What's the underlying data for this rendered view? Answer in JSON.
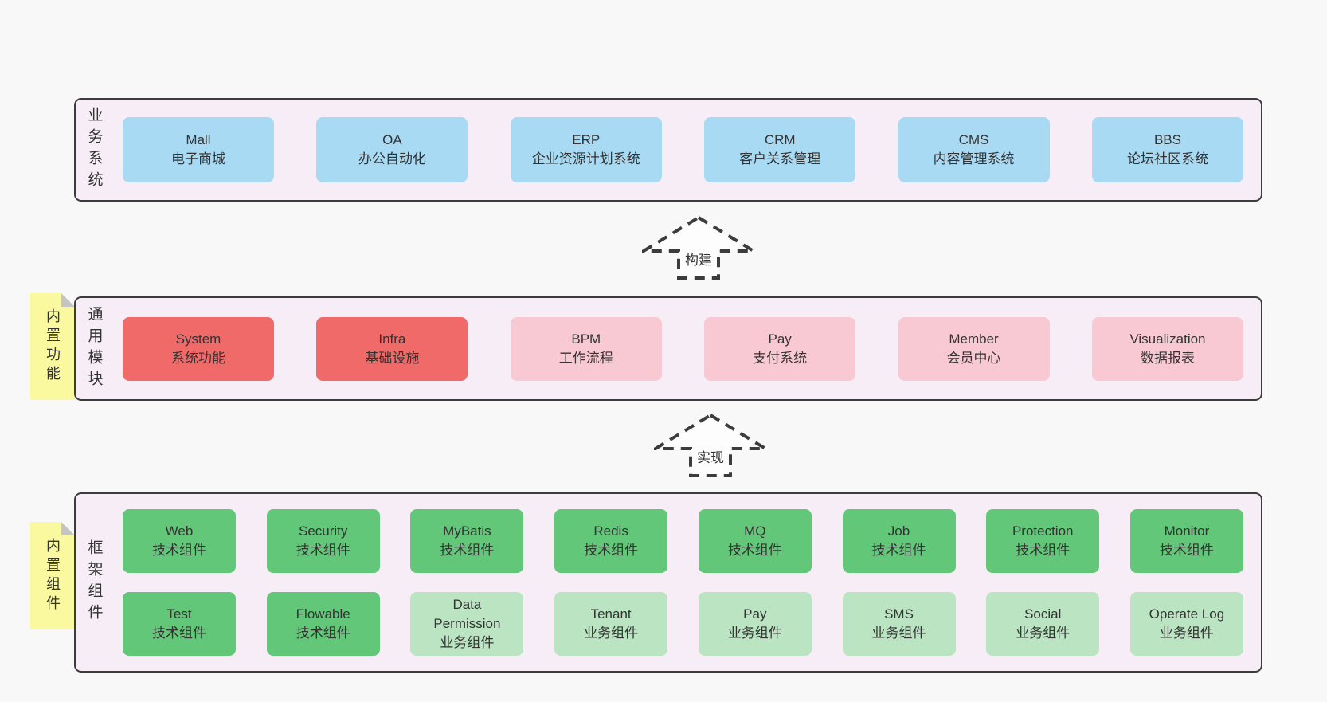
{
  "colors": {
    "page_bg": "#f8f8f8",
    "panel_bg": "#f7edf6",
    "panel_border": "#3c3c3c",
    "note_bg": "#fbf9a0",
    "note_fold": "#c4c4c4",
    "box_blue": "#a9daf3",
    "box_red": "#f16a6a",
    "box_pink": "#f9c9d3",
    "box_green": "#62c778",
    "box_green_light": "#bbe5c2",
    "text": "#333333"
  },
  "arrows": [
    {
      "label": "构建"
    },
    {
      "label": "实现"
    }
  ],
  "sections": [
    {
      "label": "业务系统",
      "note": "",
      "rows": [
        [
          {
            "en": "Mall",
            "zh": "电子商城",
            "variant": "blue"
          },
          {
            "en": "OA",
            "zh": "办公自动化",
            "variant": "blue"
          },
          {
            "en": "ERP",
            "zh": "企业资源计划系统",
            "variant": "blue"
          },
          {
            "en": "CRM",
            "zh": "客户关系管理",
            "variant": "blue"
          },
          {
            "en": "CMS",
            "zh": "内容管理系统",
            "variant": "blue"
          },
          {
            "en": "BBS",
            "zh": "论坛社区系统",
            "variant": "blue"
          }
        ]
      ]
    },
    {
      "label": "通用模块",
      "note": "内置功能",
      "rows": [
        [
          {
            "en": "System",
            "zh": "系统功能",
            "variant": "red"
          },
          {
            "en": "Infra",
            "zh": "基础设施",
            "variant": "red"
          },
          {
            "en": "BPM",
            "zh": "工作流程",
            "variant": "pink"
          },
          {
            "en": "Pay",
            "zh": "支付系统",
            "variant": "pink"
          },
          {
            "en": "Member",
            "zh": "会员中心",
            "variant": "pink"
          },
          {
            "en": "Visualization",
            "zh": "数据报表",
            "variant": "pink"
          }
        ]
      ]
    },
    {
      "label": "框架组件",
      "note": "内置组件",
      "rows": [
        [
          {
            "en": "Web",
            "zh": "技术组件",
            "variant": "green"
          },
          {
            "en": "Security",
            "zh": "技术组件",
            "variant": "green"
          },
          {
            "en": "MyBatis",
            "zh": "技术组件",
            "variant": "green"
          },
          {
            "en": "Redis",
            "zh": "技术组件",
            "variant": "green"
          },
          {
            "en": "MQ",
            "zh": "技术组件",
            "variant": "green"
          },
          {
            "en": "Job",
            "zh": "技术组件",
            "variant": "green"
          },
          {
            "en": "Protection",
            "zh": "技术组件",
            "variant": "green"
          },
          {
            "en": "Monitor",
            "zh": "技术组件",
            "variant": "green"
          }
        ],
        [
          {
            "en": "Test",
            "zh": "技术组件",
            "variant": "green"
          },
          {
            "en": "Flowable",
            "zh": "技术组件",
            "variant": "green"
          },
          {
            "en": "Data Permission",
            "zh": "业务组件",
            "variant": "green-light"
          },
          {
            "en": "Tenant",
            "zh": "业务组件",
            "variant": "green-light"
          },
          {
            "en": "Pay",
            "zh": "业务组件",
            "variant": "green-light"
          },
          {
            "en": "SMS",
            "zh": "业务组件",
            "variant": "green-light"
          },
          {
            "en": "Social",
            "zh": "业务组件",
            "variant": "green-light"
          },
          {
            "en": "Operate Log",
            "zh": "业务组件",
            "variant": "green-light"
          }
        ]
      ]
    }
  ]
}
